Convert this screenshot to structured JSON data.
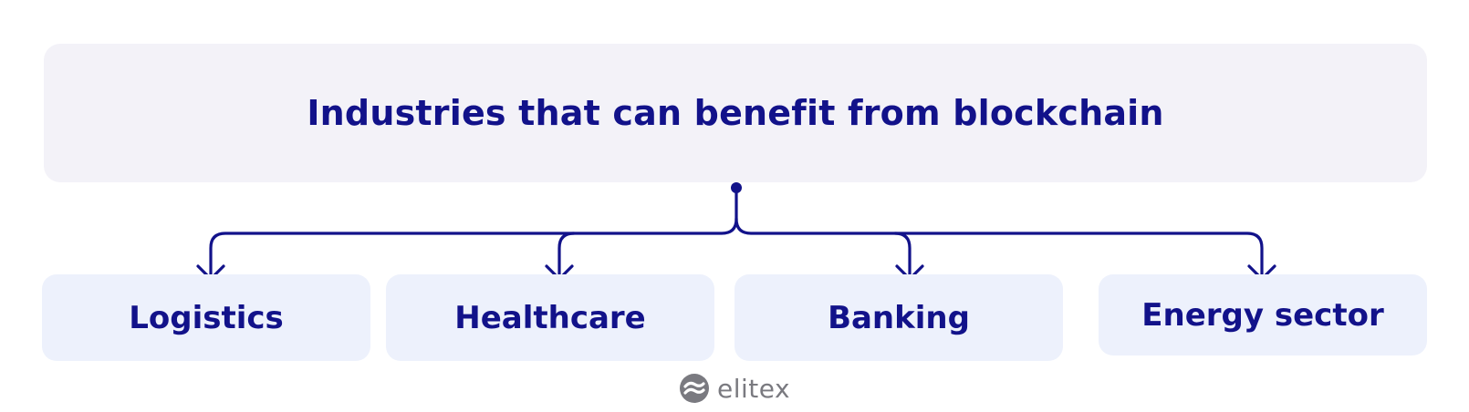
{
  "colors": {
    "accent": "#12128a",
    "title_bg": "#f3f2f8",
    "card_bg": "#edf1fc",
    "brand": "#7a7a80"
  },
  "diagram": {
    "title": "Industries that can benefit from blockchain",
    "items": [
      {
        "label": "Logistics"
      },
      {
        "label": "Healthcare"
      },
      {
        "label": "Banking"
      },
      {
        "label": "Energy sector"
      }
    ]
  },
  "brand": {
    "name": "elitex",
    "icon": "elitex-logo-icon"
  }
}
